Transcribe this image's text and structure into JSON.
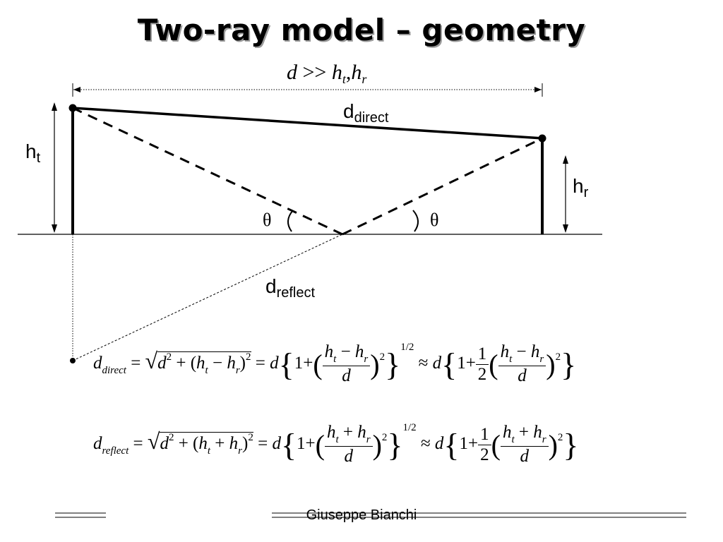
{
  "slide": {
    "title": "Two-ray model – geometry",
    "footer": "Giuseppe Bianchi"
  },
  "diagram": {
    "top_label": {
      "d": "d",
      "op": ">>",
      "h": "h",
      "t": "t",
      "comma": ",",
      "r": "r"
    },
    "direct": {
      "main": "d",
      "sub": "direct"
    },
    "reflect": {
      "main": "d",
      "sub": "reflect"
    },
    "ht": {
      "main": "h",
      "sub": "t"
    },
    "hr": {
      "main": "h",
      "sub": "r"
    },
    "theta": "θ"
  },
  "equations": {
    "direct": {
      "lhs_main": "d",
      "lhs_sub": "direct",
      "op_sign": "−",
      "exponent": "1/2",
      "half_num": "1",
      "half_den": "2",
      "eq": "=",
      "approx": "≈",
      "one": "1",
      "plus": "+",
      "two": "2"
    },
    "reflect": {
      "lhs_main": "d",
      "lhs_sub": "reflect",
      "op_sign": "+",
      "exponent": "1/2",
      "half_num": "1",
      "half_den": "2",
      "eq": "=",
      "approx": "≈",
      "one": "1",
      "plus": "+",
      "two": "2"
    }
  }
}
